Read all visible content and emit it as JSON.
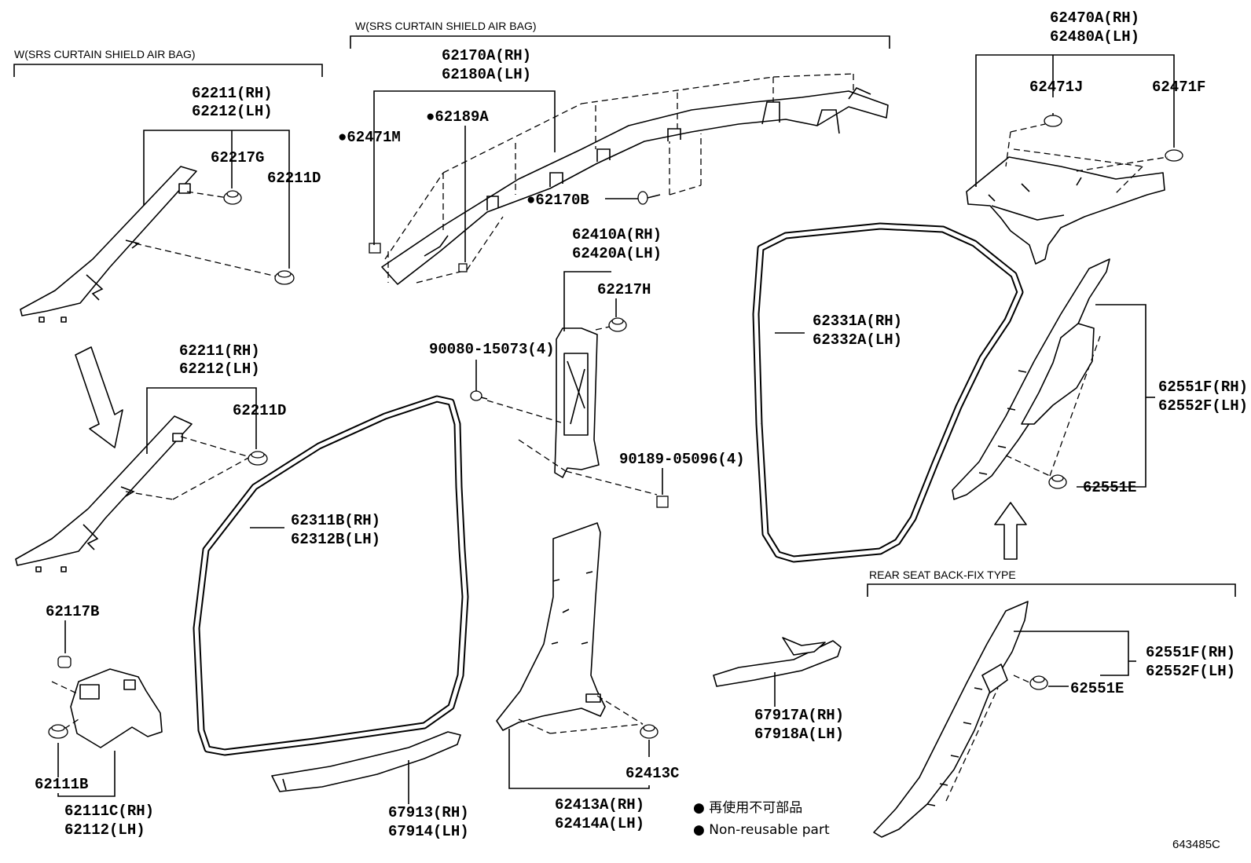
{
  "headers": {
    "left_section": "W(SRS CURTAIN SHIELD AIR BAG)",
    "center_section": "W(SRS CURTAIN SHIELD AIR BAG)",
    "rear_seat": "REAR SEAT BACK-FIX TYPE"
  },
  "parts": {
    "p62211_rh_a": "62211(RH)",
    "p62212_lh_a": "62212(LH)",
    "p62217g": "62217G",
    "p62211d_a": "62211D",
    "p62211_rh_b": "62211(RH)",
    "p62212_lh_b": "62212(LH)",
    "p62211d_b": "62211D",
    "p62117b": "62117B",
    "p62111b": "62111B",
    "p62111c_rh": "62111C(RH)",
    "p62112_lh": "62112(LH)",
    "p62170a_rh": "62170A(RH)",
    "p62180a_lh": "62180A(LH)",
    "p62189a": "●62189A",
    "p62471m": "●62471M",
    "p62170b": "●62170B",
    "p62410a_rh": "62410A(RH)",
    "p62420a_lh": "62420A(LH)",
    "p62217h": "62217H",
    "p90080": "90080-15073(4)",
    "p90189": "90189-05096(4)",
    "p62311b_rh": "62311B(RH)",
    "p62312b_lh": "62312B(LH)",
    "p67913_rh": "67913(RH)",
    "p67914_lh": "67914(LH)",
    "p62413c": "62413C",
    "p62413a_rh": "62413A(RH)",
    "p62414a_lh": "62414A(LH)",
    "p62470a_rh": "62470A(RH)",
    "p62480a_lh": "62480A(LH)",
    "p62471j": "62471J",
    "p62471f": "62471F",
    "p62331a_rh": "62331A(RH)",
    "p62332a_lh": "62332A(LH)",
    "p62551f_rh_a": "62551F(RH)",
    "p62552f_lh_a": "62552F(LH)",
    "p62551e_a": "62551E",
    "p67917a_rh": "67917A(RH)",
    "p67918a_lh": "67918A(LH)",
    "p62551f_rh_b": "62551F(RH)",
    "p62552f_lh_b": "62552F(LH)",
    "p62551e_b": "62551E"
  },
  "legend": {
    "cn": "● 再使用不可部品",
    "en": "● Non-reusable part"
  },
  "diagram_code": "643485C"
}
